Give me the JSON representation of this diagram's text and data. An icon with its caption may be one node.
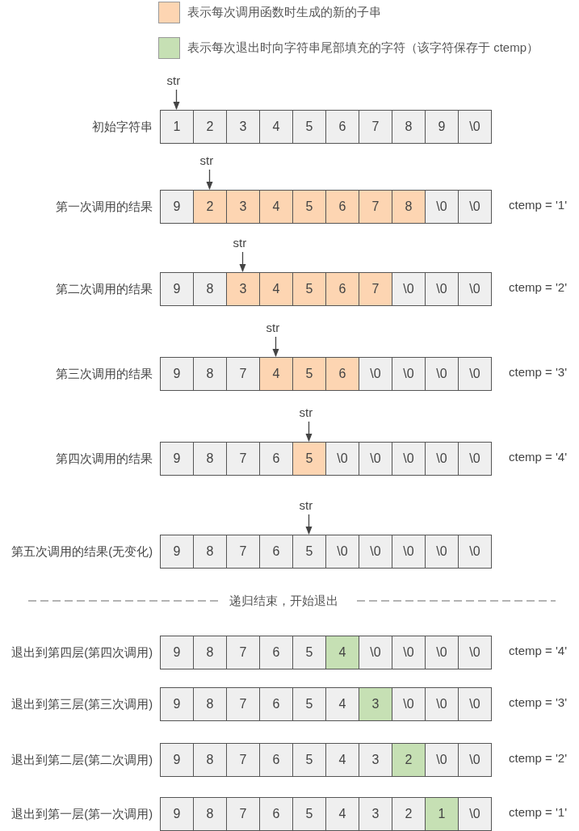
{
  "diagram": {
    "nodes": [
      {
        "text": [
          "str"
        ]
      },
      {
        "text": [
          "1"
        ],
        "beside": [
          "初始字符串"
        ]
      },
      {
        "text": [
          "2"
        ]
      },
      {
        "text": [
          "3"
        ]
      },
      {
        "text": [
          "4"
        ]
      },
      {
        "text": [
          "5"
        ]
      },
      {
        "text": [
          "6"
        ]
      },
      {
        "text": [
          "7"
        ]
      },
      {
        "text": [
          "8"
        ]
      },
      {
        "text": [
          "9"
        ]
      },
      {
        "text": [
          "\\0"
        ]
      },
      {
        "text": [
          "str"
        ]
      },
      {
        "text": [
          "9"
        ],
        "beside": [
          "第一次调用的结果"
        ]
      },
      {
        "text": [
          "2"
        ]
      },
      {
        "text": [
          "3"
        ]
      },
      {
        "text": [
          "4"
        ]
      },
      {
        "text": [
          "5"
        ]
      },
      {
        "text": [
          "6"
        ]
      },
      {
        "text": [
          "7"
        ]
      },
      {
        "text": [
          "8"
        ]
      },
      {
        "text": [
          "\\0"
        ]
      },
      {
        "text": [
          "\\0"
        ],
        "beside": [
          "ctemp = '1'"
        ]
      },
      {
        "text": [
          "str"
        ]
      },
      {
        "text": [
          "9"
        ],
        "beside": [
          "第二次调用的结果"
        ]
      },
      {
        "text": [
          "8"
        ]
      },
      {
        "text": [
          "3"
        ]
      },
      {
        "text": [
          "4"
        ]
      },
      {
        "text": [
          "5"
        ]
      },
      {
        "text": [
          "6"
        ]
      },
      {
        "text": [
          "7"
        ]
      },
      {
        "text": [
          "\\0"
        ]
      },
      {
        "text": [
          "\\0"
        ]
      },
      {
        "text": [
          "\\0"
        ],
        "beside": [
          "ctemp = '2'"
        ]
      },
      {
        "text": [
          "str"
        ]
      },
      {
        "text": [
          "9"
        ],
        "beside": [
          "第三次调用的结果"
        ]
      },
      {
        "text": [
          "8"
        ]
      },
      {
        "text": [
          "7"
        ]
      },
      {
        "text": [
          "4"
        ]
      },
      {
        "text": [
          "5"
        ]
      },
      {
        "text": [
          "6"
        ]
      },
      {
        "text": [
          "\\0"
        ]
      },
      {
        "text": [
          "\\0"
        ]
      },
      {
        "text": [
          "\\0"
        ]
      },
      {
        "text": [
          "\\0"
        ],
        "beside": [
          "ctemp = '3'"
        ]
      },
      {
        "text": [
          "str"
        ]
      },
      {
        "text": [
          "9"
        ],
        "beside": [
          "第四次调用的结果"
        ]
      },
      {
        "text": [
          "8"
        ]
      },
      {
        "text": [
          "7"
        ]
      },
      {
        "text": [
          "6"
        ]
      },
      {
        "text": [
          "5"
        ]
      },
      {
        "text": [
          "\\0"
        ]
      },
      {
        "text": [
          "\\0"
        ]
      },
      {
        "text": [
          "\\0"
        ]
      },
      {
        "text": [
          "\\0"
        ]
      },
      {
        "text": [
          "\\0"
        ],
        "beside": [
          "ctemp = '4'"
        ]
      },
      {
        "text": [
          "str"
        ]
      },
      {
        "text": [
          "9"
        ],
        "beside": [
          "第五次调用的结果(无变化)"
        ]
      },
      {
        "text": [
          "8"
        ]
      },
      {
        "text": [
          "7"
        ]
      },
      {
        "text": [
          "6"
        ]
      },
      {
        "text": [
          "5"
        ]
      },
      {
        "text": [
          "\\0"
        ]
      },
      {
        "text": [
          "\\0"
        ]
      },
      {
        "text": [
          "\\0"
        ]
      },
      {
        "text": [
          "\\0"
        ]
      },
      {
        "text": [
          "\\0"
        ]
      },
      {
        "text": [
          "9"
        ],
        "beside": [
          "退出到第四层(第四次调用)"
        ]
      },
      {
        "text": [
          "8"
        ]
      },
      {
        "text": [
          "7"
        ]
      },
      {
        "text": [
          "6"
        ]
      },
      {
        "text": [
          "5"
        ]
      },
      {
        "text": [
          "4"
        ]
      },
      {
        "text": [
          "\\0"
        ]
      },
      {
        "text": [
          "\\0"
        ]
      },
      {
        "text": [
          "\\0"
        ]
      },
      {
        "text": [
          "\\0"
        ],
        "beside": [
          "ctemp = '4'"
        ]
      },
      {
        "text": [
          "9"
        ],
        "beside": [
          "退出到第三层(第三次调用)"
        ]
      },
      {
        "text": [
          "8"
        ]
      },
      {
        "text": [
          "7"
        ]
      },
      {
        "text": [
          "6"
        ]
      },
      {
        "text": [
          "5"
        ]
      },
      {
        "text": [
          "4"
        ]
      },
      {
        "text": [
          "3"
        ]
      },
      {
        "text": [
          "\\0"
        ]
      },
      {
        "text": [
          "\\0"
        ]
      },
      {
        "text": [
          "\\0"
        ],
        "beside": [
          "ctemp = '3'"
        ]
      },
      {
        "text": [
          "9"
        ],
        "beside": [
          "退出到第二层(第二次调用)"
        ]
      },
      {
        "text": [
          "8"
        ]
      },
      {
        "text": [
          "7"
        ]
      },
      {
        "text": [
          "6"
        ]
      },
      {
        "text": [
          "5"
        ]
      },
      {
        "text": [
          "4"
        ]
      },
      {
        "text": [
          "3"
        ]
      },
      {
        "text": [
          "2"
        ]
      },
      {
        "text": [
          "\\0"
        ]
      },
      {
        "text": [
          "\\0"
        ],
        "beside": [
          "ctemp = '2'"
        ]
      },
      {
        "text": [
          "9"
        ],
        "beside": [
          "退出到第一层(第一次调用)"
        ]
      },
      {
        "text": [
          "8"
        ]
      },
      {
        "text": [
          "7"
        ]
      },
      {
        "text": [
          "6"
        ]
      },
      {
        "text": [
          "5"
        ]
      },
      {
        "text": [
          "4"
        ]
      },
      {
        "text": [
          "3"
        ]
      },
      {
        "text": [
          "2"
        ]
      },
      {
        "text": [
          "1"
        ]
      },
      {
        "text": [
          "\\0"
        ],
        "beside": [
          "ctemp = '1'"
        ]
      }
    ],
    "edges": [
      {
        "from": 0,
        "to": 1,
        "arrow": "to"
      },
      {
        "from": 11,
        "to": 13,
        "arrow": "to"
      },
      {
        "from": 22,
        "to": 25,
        "arrow": "to"
      },
      {
        "from": 33,
        "to": 37,
        "arrow": "to"
      },
      {
        "from": 44,
        "to": 49,
        "arrow": "to"
      },
      {
        "from": 55,
        "to": 60,
        "arrow": "to"
      }
    ],
    "labels": [
      "递归结束，开始退出"
    ],
    "legend": [
      {
        "text": "表示每次调用函数时生成的新的子串",
        "color": "#fdd5b2"
      },
      {
        "text": "表示每次退出时向字符串尾部填充的字符（该字符保存于 ctemp）",
        "color": "#c6e0b4"
      }
    ]
  }
}
